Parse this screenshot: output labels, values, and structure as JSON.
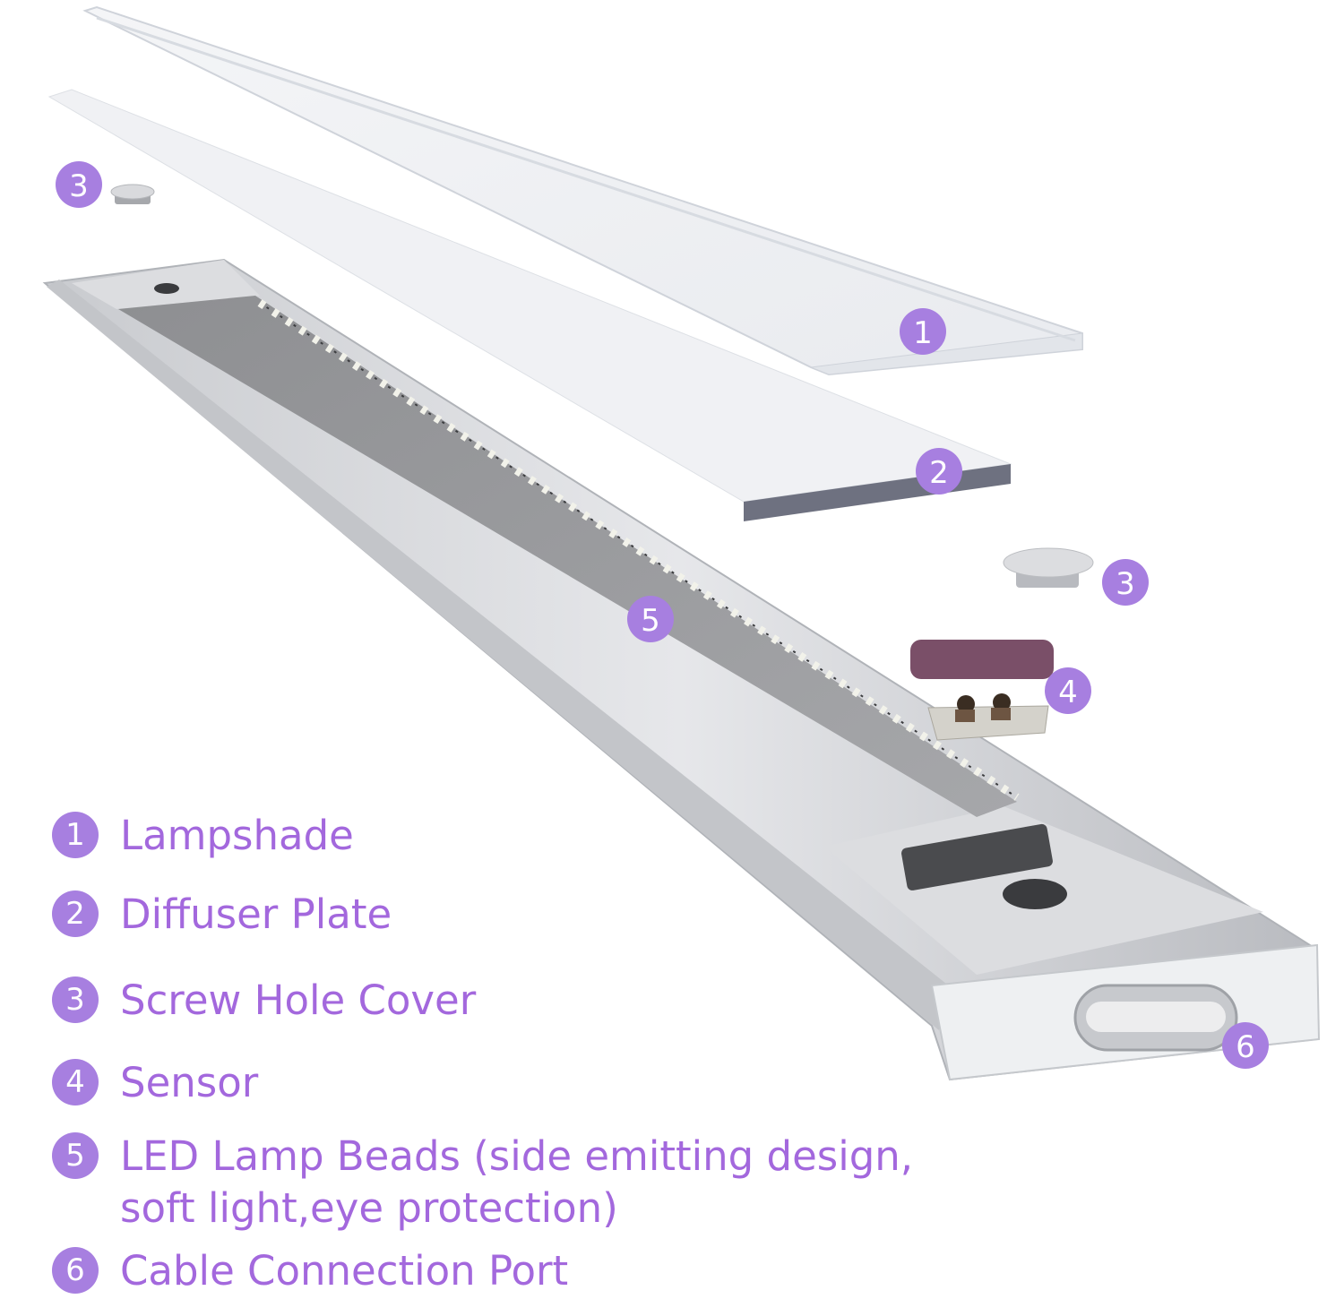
{
  "accent_color": "#a77fe0",
  "label_color": "#a368dd",
  "callouts": [
    {
      "number": "1",
      "target": "lampshade"
    },
    {
      "number": "2",
      "target": "diffuser-plate"
    },
    {
      "number": "3",
      "target": "screw-hole-cover-left"
    },
    {
      "number": "3",
      "target": "screw-hole-cover-right"
    },
    {
      "number": "4",
      "target": "sensor"
    },
    {
      "number": "5",
      "target": "led-lamp-beads"
    },
    {
      "number": "6",
      "target": "cable-connection-port"
    }
  ],
  "legend": [
    {
      "number": "1",
      "label": "Lampshade"
    },
    {
      "number": "2",
      "label": "Diffuser Plate"
    },
    {
      "number": "3",
      "label": "Screw Hole Cover"
    },
    {
      "number": "4",
      "label": "Sensor"
    },
    {
      "number": "5",
      "label": "LED Lamp Beads (side emitting design,\nsoft light,eye protection)"
    },
    {
      "number": "6",
      "label": "Cable Connection Port"
    }
  ]
}
